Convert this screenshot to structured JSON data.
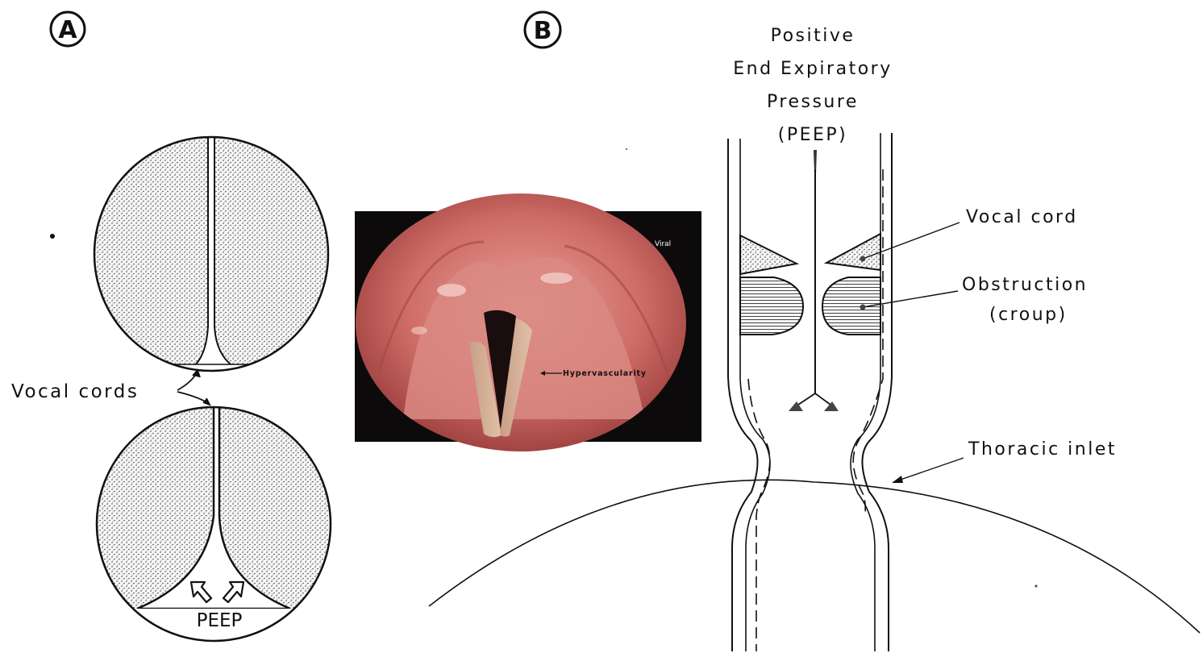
{
  "panel_a": {
    "letter": "A",
    "vocal_cords_label": "Vocal cords",
    "peep_label": "PEEP"
  },
  "photo": {
    "corner_label": "Viral",
    "annotation": "Hypervascularity"
  },
  "panel_b": {
    "letter": "B",
    "title_lines": [
      "Positive",
      "End Expiratory",
      "Pressure",
      "(PEEP)"
    ],
    "vocal_cord_label": "Vocal cord",
    "obstruction_label": "Obstruction",
    "obstruction_sub": "(croup)",
    "thoracic_label": "Thoracic inlet"
  }
}
